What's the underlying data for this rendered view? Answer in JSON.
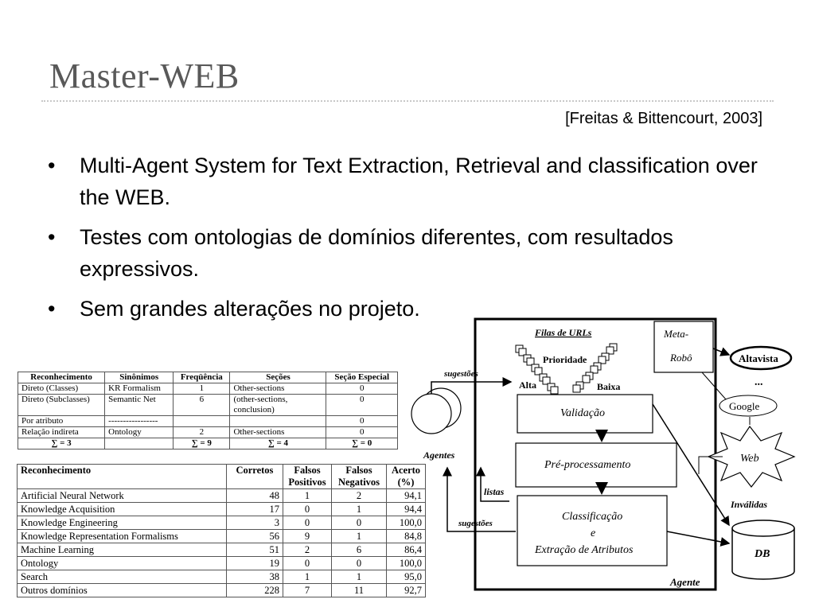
{
  "slide": {
    "title": "Master-WEB",
    "citation": "[Freitas & Bittencourt, 2003]",
    "bullets": [
      "Multi-Agent System for Text Extraction, Retrieval and classification over the WEB.",
      "Testes com ontologias de domínios diferentes, com resultados expressivos.",
      "Sem grandes alterações no projeto."
    ],
    "bullet_glyph": "•"
  },
  "table1": {
    "headers": [
      "Reconhecimento",
      "Sinônimos",
      "Freqüência",
      "Seções",
      "Seção Especial"
    ],
    "rows": [
      [
        "Direto (Classes)",
        "KR Formalism",
        "1",
        "Other-sections",
        "0"
      ],
      [
        "Direto (Subclasses)",
        "Semantic Net",
        "6",
        "(other-sections, conclusion)",
        "0"
      ],
      [
        "Por atributo",
        "-----------------",
        "",
        "",
        "0"
      ],
      [
        "Relação indireta",
        "Ontology",
        "2",
        "Other-sections",
        "0"
      ]
    ],
    "totals": [
      "∑ = 3",
      "",
      "∑ = 9",
      "∑ = 4",
      "∑ = 0"
    ]
  },
  "table2": {
    "headers": [
      "Reconhecimento",
      "Corretos",
      "Falsos Positivos",
      "Falsos Negativos",
      "Acerto (%)"
    ],
    "rows": [
      [
        "Artificial Neural Network",
        "48",
        "1",
        "2",
        "94,1"
      ],
      [
        "Knowledge Acquisition",
        "17",
        "0",
        "1",
        "94,4"
      ],
      [
        "Knowledge Engineering",
        "3",
        "0",
        "0",
        "100,0"
      ],
      [
        "Knowledge Representation Formalisms",
        "56",
        "9",
        "1",
        "84,8"
      ],
      [
        "Machine Learning",
        "51",
        "2",
        "6",
        "86,4"
      ],
      [
        "Ontology",
        "19",
        "0",
        "0",
        "100,0"
      ],
      [
        "Search",
        "38",
        "1",
        "1",
        "95,0"
      ],
      [
        "Outros domínios",
        "228",
        "7",
        "11",
        "92,7"
      ]
    ]
  },
  "diagram": {
    "filas_label": "Filas de URLs",
    "prioridade": "Prioridade",
    "alta": "Alta",
    "baixa": "Baixa",
    "meta_robo_1": "Meta-",
    "meta_robo_2": "Robô",
    "validacao": "Validação",
    "preprocessamento": "Pré-processamento",
    "classificacao_1": "Classificação",
    "classificacao_2": "e",
    "classificacao_3": "Extração de Atributos",
    "agente": "Agente",
    "agentes": "Agentes",
    "sugestoes_top": "sugestões",
    "sugestoes_bottom": "sugestões",
    "listas": "listas",
    "altavista": "Altavista",
    "dots": "...",
    "google": "Google",
    "web": "Web",
    "invalidas": "Inválidas",
    "db": "DB"
  }
}
